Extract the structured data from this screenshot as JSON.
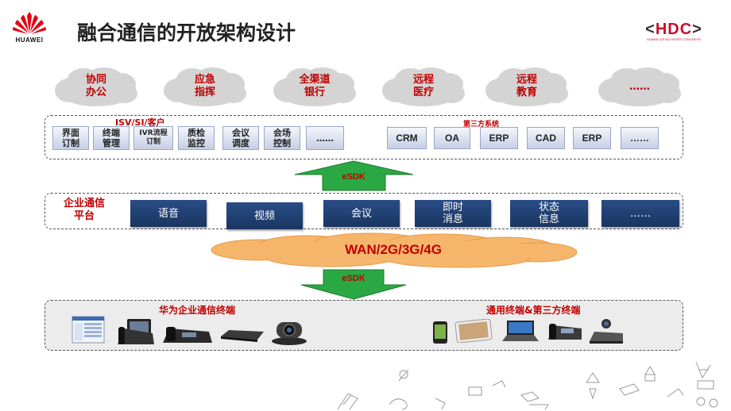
{
  "header": {
    "logo_text": "HUAWEI",
    "title": "融合通信的开放架构设计",
    "hdc_logo": "<HDC>",
    "hdc_sub": "HUAWEI DEVELOPERS CONGRESS"
  },
  "scenarios": [
    {
      "label": "协同\n办公"
    },
    {
      "label": "应急\n指挥"
    },
    {
      "label": "全渠道\n银行"
    },
    {
      "label": "远程\n医疗"
    },
    {
      "label": "远程\n教育"
    },
    {
      "label": "……"
    }
  ],
  "app_layer": {
    "isv_label": "ISV/SI/客户",
    "third_party_label": "第三方系统",
    "isv_apps": [
      "界面\n订制",
      "终端\n管理",
      "IVR流程\n订制",
      "质检\n监控",
      "会议\n调度",
      "会场\n控制",
      "……"
    ],
    "third_party_apps": [
      "CRM",
      "OA",
      "ERP",
      "CAD",
      "ERP",
      "……"
    ]
  },
  "esdk_top": "eSDK",
  "platform": {
    "label": "企业通信\n平台",
    "items": [
      "语音",
      "视频",
      "会议",
      "即时\n消息",
      "状态\n信息",
      "……"
    ]
  },
  "network": "WAN/2G/3G/4G",
  "esdk_bottom": "eSDK",
  "terminals": {
    "huawei_label": "华为企业通信终端",
    "third_party_label": "通用终端&第三方终端"
  },
  "colors": {
    "accent_red": "#c00000",
    "platform_blue": "#1f3e70",
    "arrow_green": "#2aa843",
    "cloud_grey": "#d4d4d4",
    "wan_orange": "#f5b66c"
  }
}
